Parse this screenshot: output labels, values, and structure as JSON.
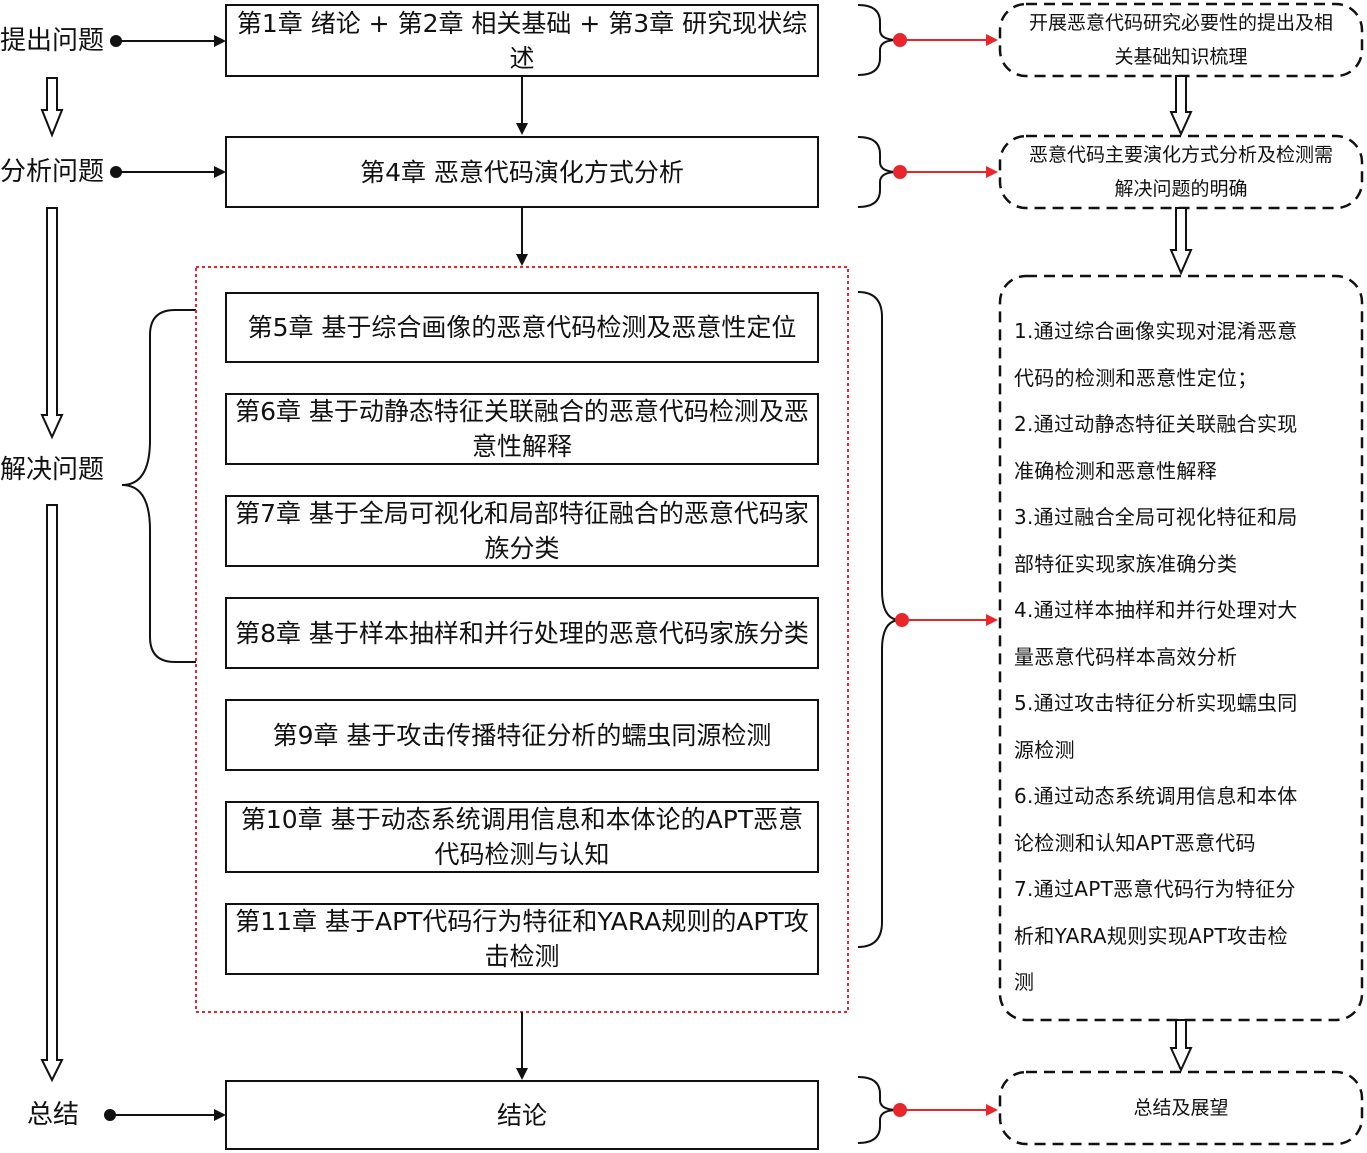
{
  "stages": {
    "propose": "提出问题",
    "analyze": "分析问题",
    "solve": "解决问题",
    "summary": "总结"
  },
  "chapters": {
    "ch1_3": "第1章  绪论 + 第2章 相关基础 + 第3章 研究现状综述",
    "ch4": "第4章  恶意代码演化方式分析",
    "ch5": "第5章  基于综合画像的恶意代码检测及恶意性定位",
    "ch6": "第6章  基于动静态特征关联融合的恶意代码检测及恶意性解释",
    "ch7": "第7章  基于全局可视化和局部特征融合的恶意代码家族分类",
    "ch8": "第8章  基于样本抽样和并行处理的恶意代码家族分类",
    "ch9": "第9章  基于攻击传播特征分析的蠕虫同源检测",
    "ch10": "第10章  基于动态系统调用信息和本体论的APT恶意代码检测与认知",
    "ch11": "第11章  基于APT代码行为特征和YARA规则的APT攻击检测",
    "conclusion": "结论"
  },
  "goals": {
    "g1": "开展恶意代码研究必要性的提出及相关基础知识梳理",
    "g2": "恶意代码主要演化方式分析及检测需解决问题的明确",
    "g3": [
      "1.通过综合画像实现对混淆恶意",
      "代码的检测和恶意性定位；",
      "2.通过动静态特征关联融合实现",
      "准确检测和恶意性解释",
      "3.通过融合全局可视化特征和局",
      "部特征实现家族准确分类",
      "4.通过样本抽样和并行处理对大",
      "量恶意代码样本高效分析",
      "5.通过攻击特征分析实现蠕虫同",
      "源检测",
      "6.通过动态系统调用信息和本体",
      "论检测和认知APT恶意代码",
      "7.通过APT恶意代码行为特征分",
      "析和YARA规则实现APT攻击检",
      "测"
    ],
    "g4": "总结及展望"
  },
  "colors": {
    "line": "#111111",
    "accent": "#e8262b",
    "group_border": "#e8262b"
  }
}
